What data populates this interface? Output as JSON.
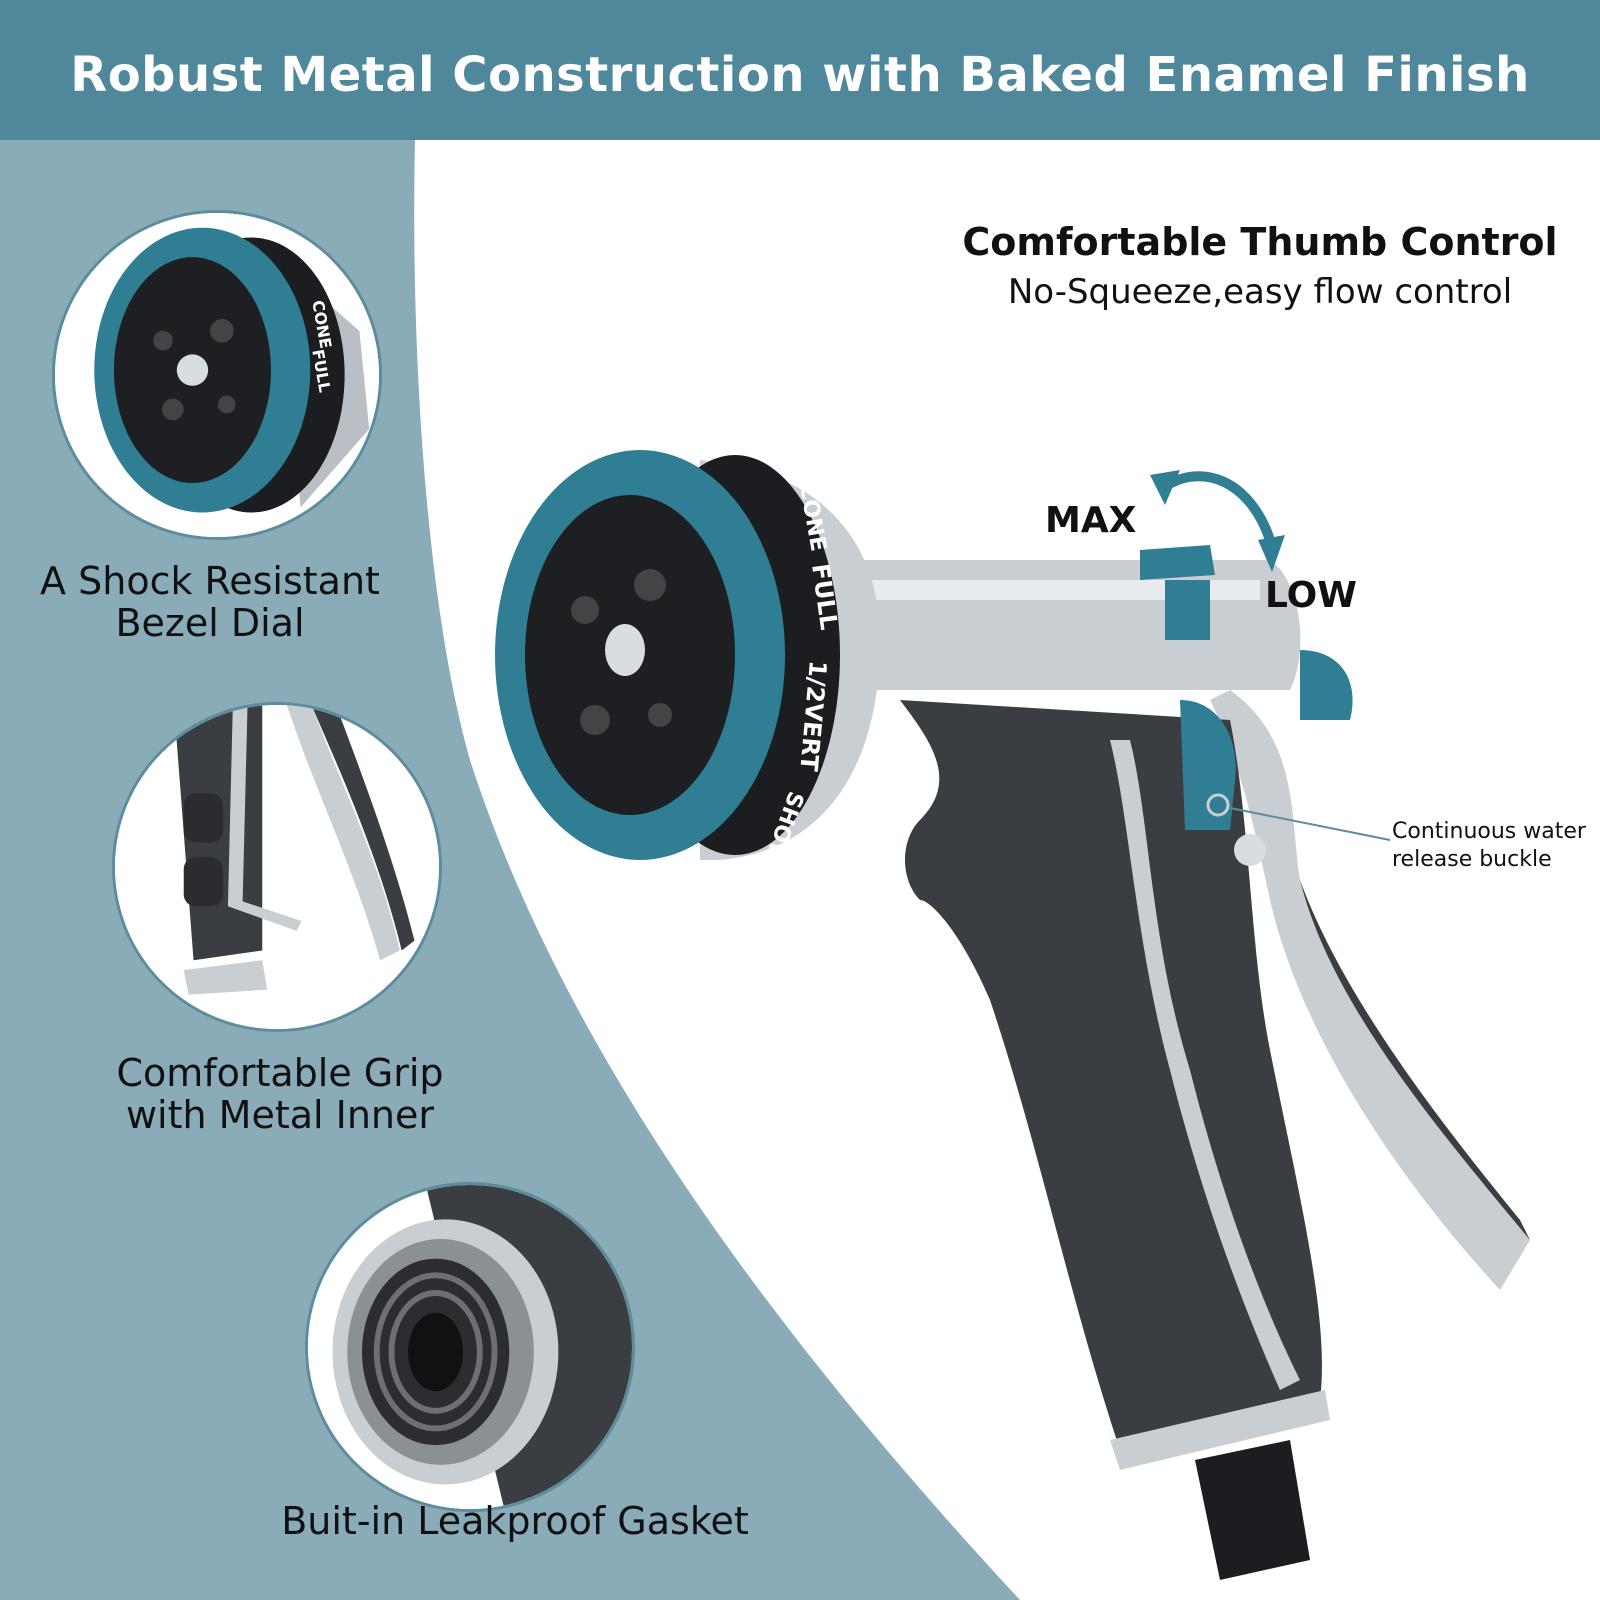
{
  "banner": {
    "title": "Robust Metal Construction with Baked Enamel Finish"
  },
  "thumb_control": {
    "title": "Comfortable Thumb Control",
    "subtitle": "No-Squeeze,easy flow control",
    "max_label": "MAX",
    "low_label": "LOW"
  },
  "buckle": {
    "label_line1": "Continuous water",
    "label_line2": "release buckle"
  },
  "features": [
    {
      "caption_line1": "A Shock Resistant",
      "caption_line2": "Bezel Dial"
    },
    {
      "caption_line1": "Comfortable Grip",
      "caption_line2": "with Metal Inner"
    },
    {
      "caption_line1": "Buit-in Leakproof Gasket",
      "caption_line2": ""
    }
  ],
  "dial_labels": [
    "CONE",
    "FULL",
    "1/2VERT",
    "SHOWER"
  ],
  "colors": {
    "banner": "#50889b",
    "panel": "#8aacb9",
    "accent_teal": "#2f7e93",
    "grip": "#3a3d42",
    "chrome": "#c9ced3"
  }
}
